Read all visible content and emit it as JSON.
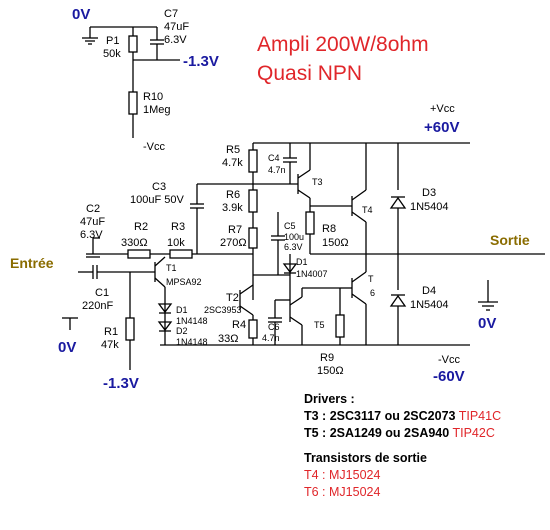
{
  "title": {
    "line1": "Ampli 200W/8ohm",
    "line2": "Quasi NPN"
  },
  "rails": {
    "gnd_top": "0V",
    "neg13_top": "-1.3V",
    "mvcc_top": "-Vcc",
    "pvcc": "+Vcc",
    "p60": "+60V",
    "mvcc_bot": "-Vcc",
    "m60": "-60V",
    "gnd_in": "0V",
    "neg13_bot": "-1.3V",
    "gnd_out": "0V"
  },
  "io": {
    "input": "Entrée",
    "output": "Sortie"
  },
  "components": {
    "C7": {
      "ref": "C7",
      "val1": "47uF",
      "val2": "6.3V"
    },
    "P1": {
      "ref": "P1",
      "val": "50k"
    },
    "R10": {
      "ref": "R10",
      "val": "1Meg"
    },
    "C2": {
      "ref": "C2",
      "val1": "47uF",
      "val2": "6.3V"
    },
    "C1": {
      "ref": "C1",
      "val": "220nF"
    },
    "R1": {
      "ref": "R1",
      "val": "47k"
    },
    "R2": {
      "ref": "R2",
      "val": "330Ω"
    },
    "R3": {
      "ref": "R3",
      "val": "10k"
    },
    "C3": {
      "ref": "C3",
      "val": "100uF 50V"
    },
    "R5": {
      "ref": "R5",
      "val": "4.7k"
    },
    "R6": {
      "ref": "R6",
      "val": "3.9k"
    },
    "R7": {
      "ref": "R7",
      "val": "270Ω"
    },
    "R4": {
      "ref": "R4",
      "val": "33Ω"
    },
    "C4": {
      "ref": "C4",
      "val": "4.7n"
    },
    "C5": {
      "ref": "C5",
      "val1": "100u",
      "val2": "6.3V"
    },
    "C6": {
      "ref": "C6",
      "val": "4.7n"
    },
    "R8": {
      "ref": "R8",
      "val": "150Ω"
    },
    "R9": {
      "ref": "R9",
      "val": "150Ω"
    },
    "D1a": {
      "ref": "D1",
      "val": "1N4148"
    },
    "D2": {
      "ref": "D2",
      "val": "1N4148"
    },
    "D1b": {
      "ref": "D1",
      "val": "1N4007"
    },
    "D3": {
      "ref": "D3",
      "val": "1N5404"
    },
    "D4": {
      "ref": "D4",
      "val": "1N5404"
    },
    "T1": {
      "ref": "T1",
      "val": "MPSA92"
    },
    "T2": {
      "ref": "T2",
      "val": "2SC3953"
    },
    "T3": {
      "ref": "T3"
    },
    "T4": {
      "ref": "T4"
    },
    "T5": {
      "ref": "T5"
    },
    "T6": {
      "ref": "T"
    }
  },
  "t6_extra": "6",
  "notes": {
    "drivers_title": "Drivers :",
    "t3": "T3 : 2SC3117 ou 2SC2073",
    "t3_alt": "TIP41C",
    "t5": "T5 : 2SA1249 ou 2SA940",
    "t5_alt": "TIP42C",
    "output_title": "Transistors de sortie",
    "t4": "T4 : MJ15024",
    "t6": "T6 : MJ15024"
  },
  "colors": {
    "title": "#e0262a",
    "rail_voltage": "#1a1aa0",
    "io_label": "#8a6c00"
  }
}
